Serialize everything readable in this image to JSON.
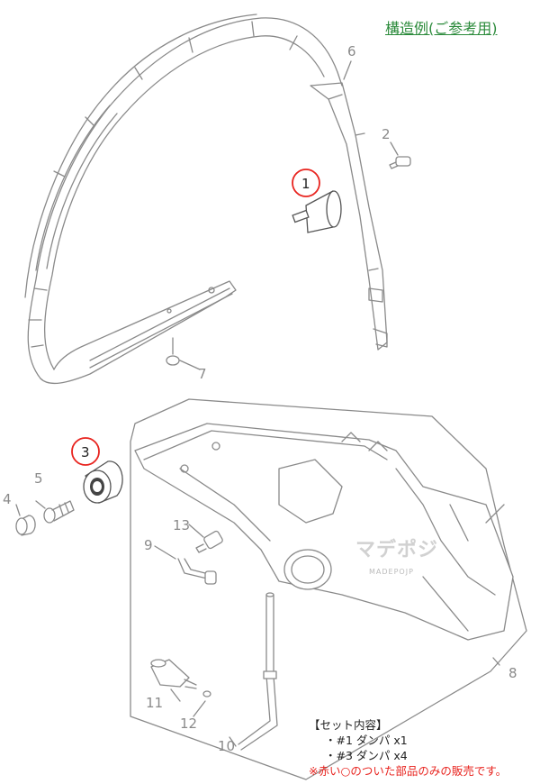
{
  "title": "構造例(ご参考用)",
  "watermark": {
    "main": "マデポジ",
    "sub": "MADEPOJP"
  },
  "part_labels": {
    "p1": "1",
    "p2": "2",
    "p3": "3",
    "p4": "4",
    "p5": "5",
    "p6": "6",
    "p7": "7",
    "p8": "8",
    "p9": "9",
    "p10": "10",
    "p11": "11",
    "p12": "12",
    "p13": "13"
  },
  "highlighted_parts": [
    "1",
    "3"
  ],
  "colors": {
    "highlight_circle": "#e8231e",
    "title": "#2a8a3a",
    "note_red": "#e8231e"
  },
  "set_contents": {
    "heading": "【セット内容】",
    "items": [
      "・#1 ダンパ x1",
      "・#3 ダンパ x4"
    ],
    "notice": "※赤い○のついた部品のみの販売です。"
  }
}
